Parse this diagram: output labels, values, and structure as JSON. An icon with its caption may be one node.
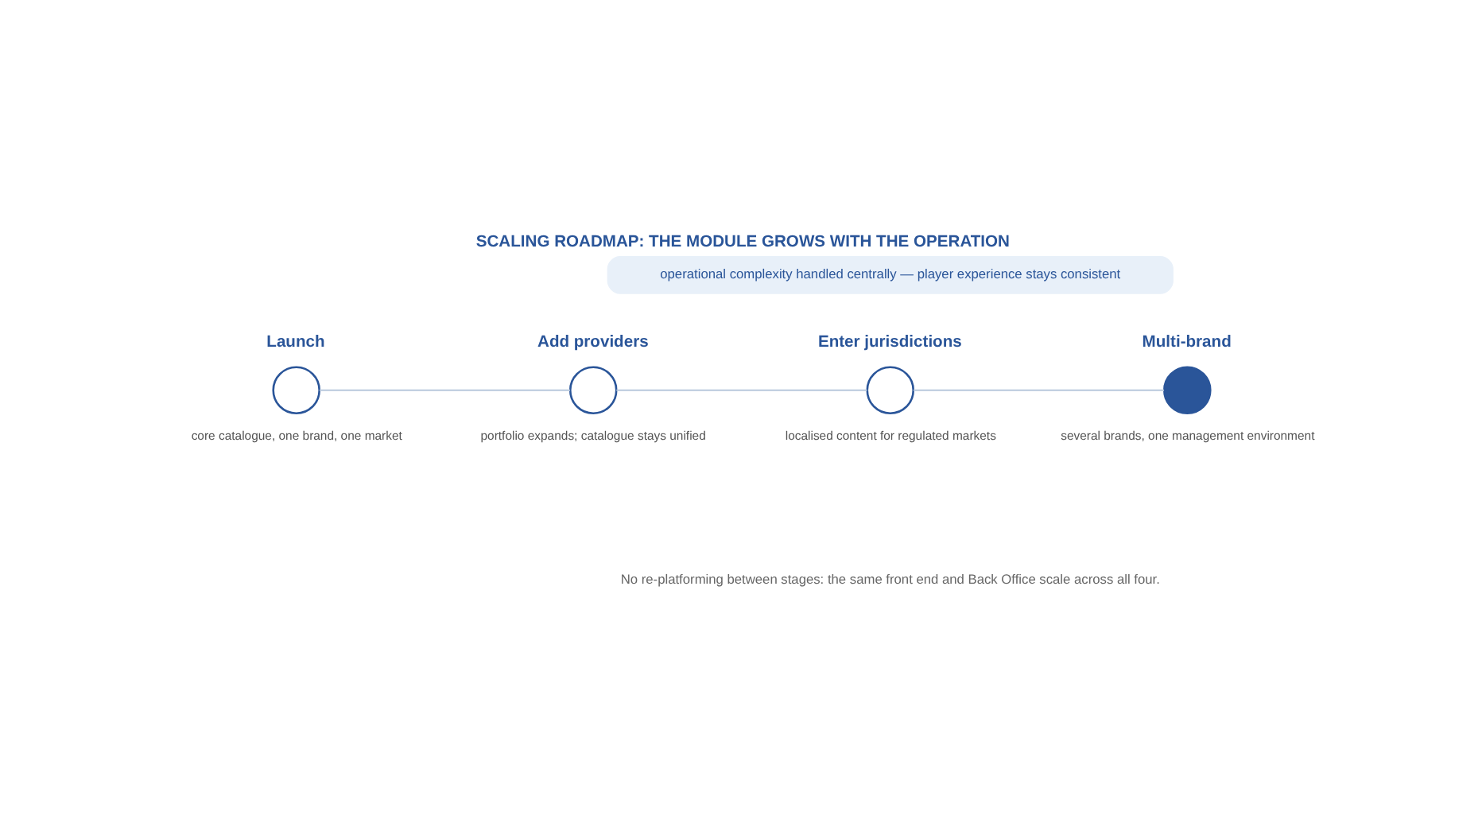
{
  "diagram": {
    "title": "SCALING ROADMAP: THE MODULE GROWS WITH THE OPERATION",
    "caption": "No re-platforming between stages: the same front end and Back Office scale across all four.",
    "nodes": [
      {
        "text": [
          "operational complexity handled centrally — player experience stays consistent"
        ]
      },
      {
        "text": [
          "Launch"
        ],
        "beside": [
          "core catalogue, one brand, one market"
        ]
      },
      {
        "text": [
          "Add providers"
        ],
        "beside": [
          "portfolio expands; catalogue stays unified"
        ]
      },
      {
        "text": [
          "Enter jurisdictions"
        ],
        "beside": [
          "localised content for regulated markets"
        ]
      },
      {
        "text": [
          "Multi-brand"
        ],
        "beside": [
          "several brands, one management environment"
        ]
      }
    ],
    "edges": [
      {
        "from": 1,
        "to": 2,
        "arrow": "none"
      },
      {
        "from": 2,
        "to": 3,
        "arrow": "none"
      },
      {
        "from": 3,
        "to": 4,
        "arrow": "none"
      }
    ]
  }
}
